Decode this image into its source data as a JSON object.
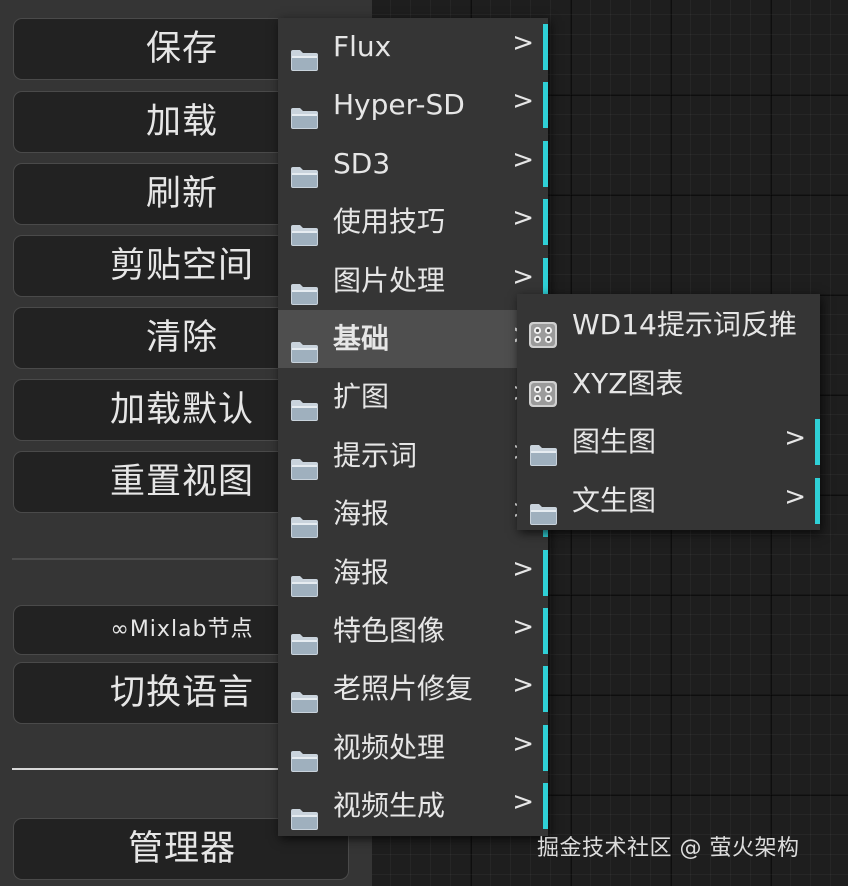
{
  "panel": {
    "buttons": [
      {
        "label": "保存"
      },
      {
        "label": "加载"
      },
      {
        "label": "刷新"
      },
      {
        "label": "剪贴空间"
      },
      {
        "label": "清除"
      },
      {
        "label": "加载默认"
      },
      {
        "label": "重置视图"
      }
    ],
    "mixlab_label": "∞Mixlab节点",
    "switch_language_label": "切换语言",
    "manager_label": "管理器"
  },
  "context_menu": {
    "items": [
      {
        "label": "Flux",
        "submenu": true
      },
      {
        "label": "Hyper-SD",
        "submenu": true
      },
      {
        "label": "SD3",
        "submenu": true
      },
      {
        "label": "使用技巧",
        "submenu": true
      },
      {
        "label": "图片处理",
        "submenu": true
      },
      {
        "label": "基础",
        "submenu": true,
        "active": true
      },
      {
        "label": "扩图",
        "submenu": true
      },
      {
        "label": "提示词",
        "submenu": true
      },
      {
        "label": "海报",
        "submenu": true
      },
      {
        "label": "海报",
        "submenu": true
      },
      {
        "label": "特色图像",
        "submenu": true
      },
      {
        "label": "老照片修复",
        "submenu": true
      },
      {
        "label": "视频处理",
        "submenu": true
      },
      {
        "label": "视频生成",
        "submenu": true
      }
    ],
    "arrow_glyph": ">"
  },
  "sub_menu": {
    "items": [
      {
        "label": "WD14提示词反推",
        "icon": "node-icon",
        "submenu": false
      },
      {
        "label": "XYZ图表",
        "icon": "node-icon",
        "submenu": false
      },
      {
        "label": "图生图",
        "icon": "folder-icon",
        "submenu": true
      },
      {
        "label": "文生图",
        "icon": "folder-icon",
        "submenu": true
      }
    ]
  },
  "watermark": "掘金技术社区 @ 萤火架构",
  "colors": {
    "accent_bar": "#2fd0d6",
    "menu_bg": "#353535",
    "button_bg": "#222222",
    "active_item_bg": "#4e4e4e",
    "text": "#e6e6e6"
  }
}
